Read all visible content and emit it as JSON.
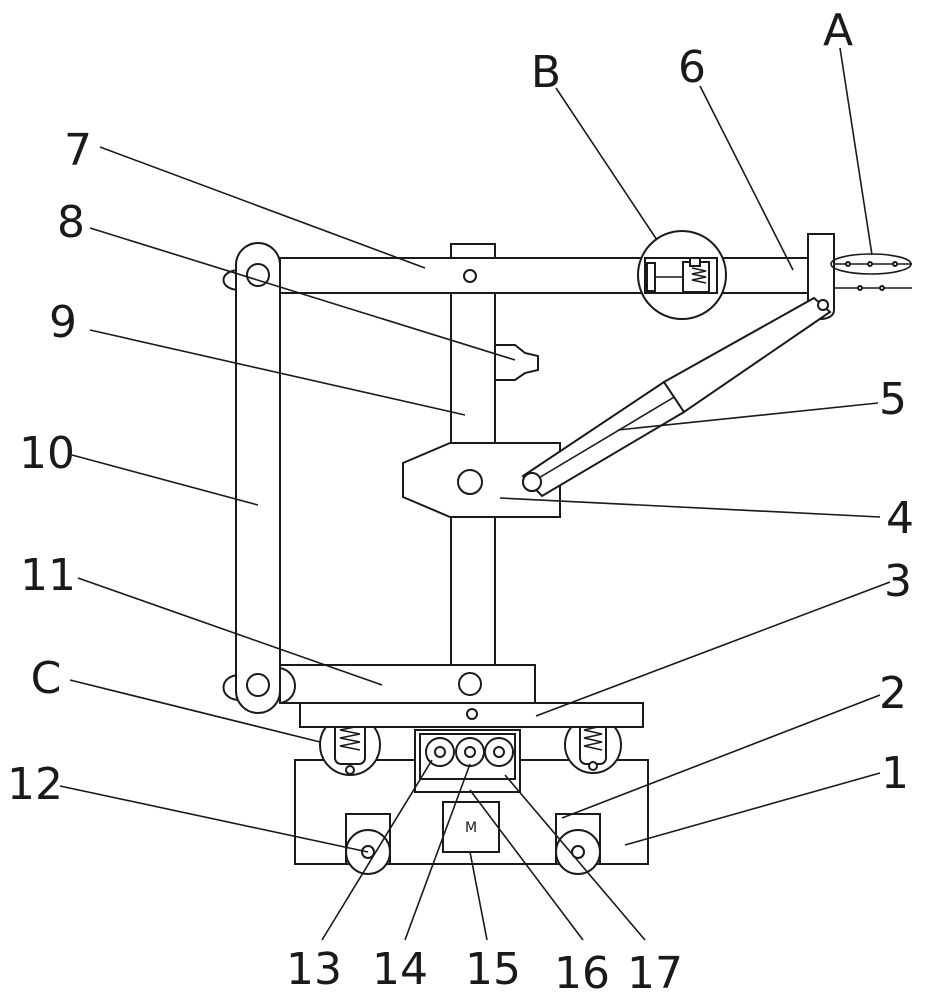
{
  "labels": {
    "A": "A",
    "B": "B",
    "C": "C",
    "n1": "1",
    "n2": "2",
    "n3": "3",
    "n4": "4",
    "n5": "5",
    "n6": "6",
    "n7": "7",
    "n8": "8",
    "n9": "9",
    "n10": "10",
    "n11": "11",
    "n12": "12",
    "n13": "13",
    "n14": "14",
    "n15": "15",
    "n16": "16",
    "n17": "17"
  },
  "motor_label": "M"
}
